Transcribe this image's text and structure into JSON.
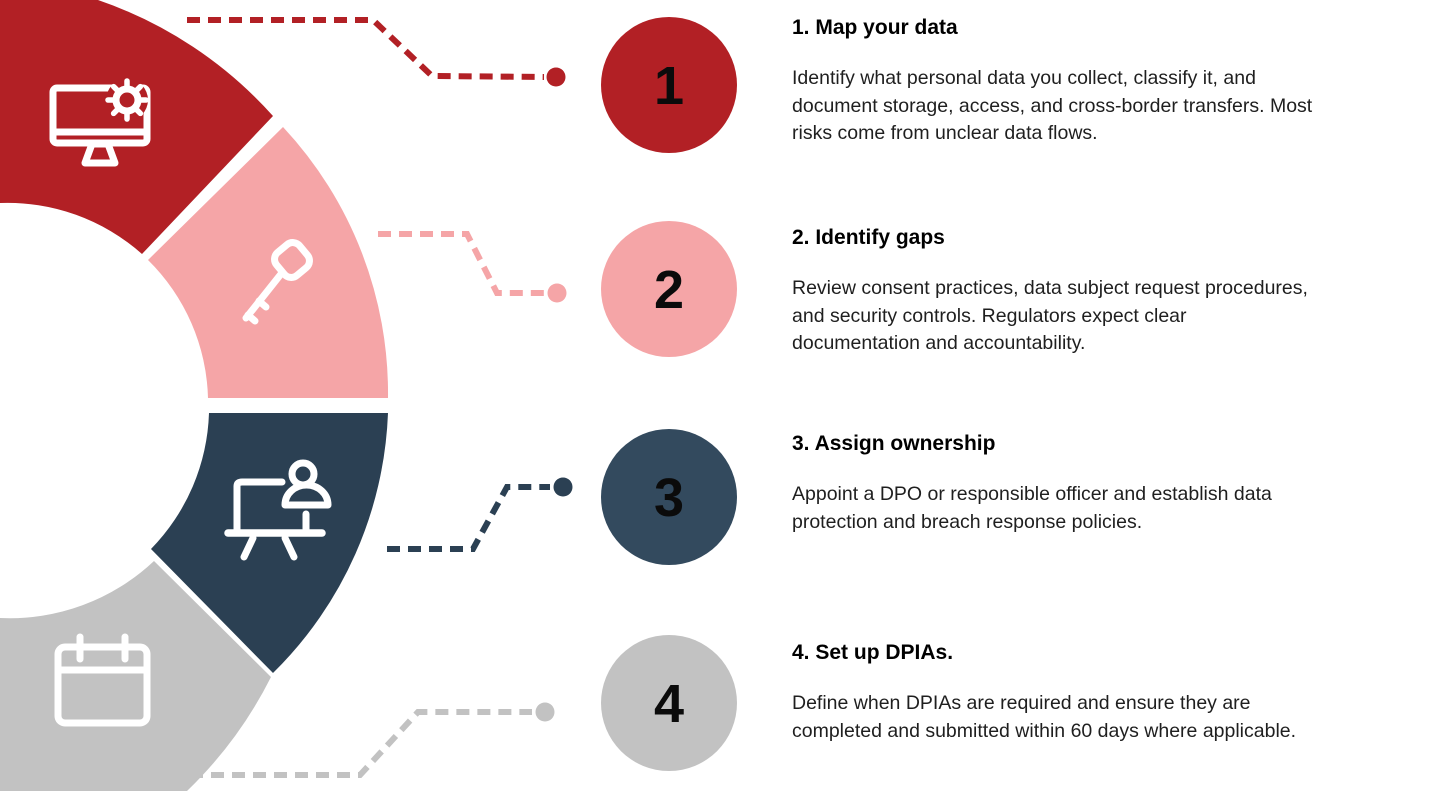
{
  "infographic": {
    "background": "#ffffff",
    "heading_color": "#000000",
    "body_color": "#1f1f1f",
    "number_color": "#0b0b0b",
    "icon_color": "#ffffff",
    "steps": [
      {
        "number": "1",
        "title": "1. Map your data",
        "body": "Identify what personal data you collect, classify it, and\ndocument storage, access, and cross-border transfers. Most\nrisks come from unclear data flows.",
        "color": "#b22025",
        "circle_color": "#b22025",
        "icon": "monitor-gear-icon"
      },
      {
        "number": "2",
        "title": "2. Identify gaps",
        "body": "Review consent practices, data subject request procedures,\nand security controls. Regulators expect clear\ndocumentation and accountability.",
        "color": "#f5a5a7",
        "circle_color": "#f5a5a7",
        "icon": "key-icon"
      },
      {
        "number": "3",
        "title": "3. Assign ownership",
        "body": "Appoint a DPO or responsible officer and establish data\nprotection and breach response policies.",
        "color": "#2b4053",
        "circle_color": "#334a5e",
        "icon": "presentation-person-icon"
      },
      {
        "number": "4",
        "title": "4. Set up DPIAs.",
        "body": "Define when DPIAs are required and ensure they are\ncompleted and submitted within 60 days where applicable.",
        "color": "#c2c2c2",
        "circle_color": "#c2c2c2",
        "icon": "calendar-icon"
      }
    ]
  }
}
